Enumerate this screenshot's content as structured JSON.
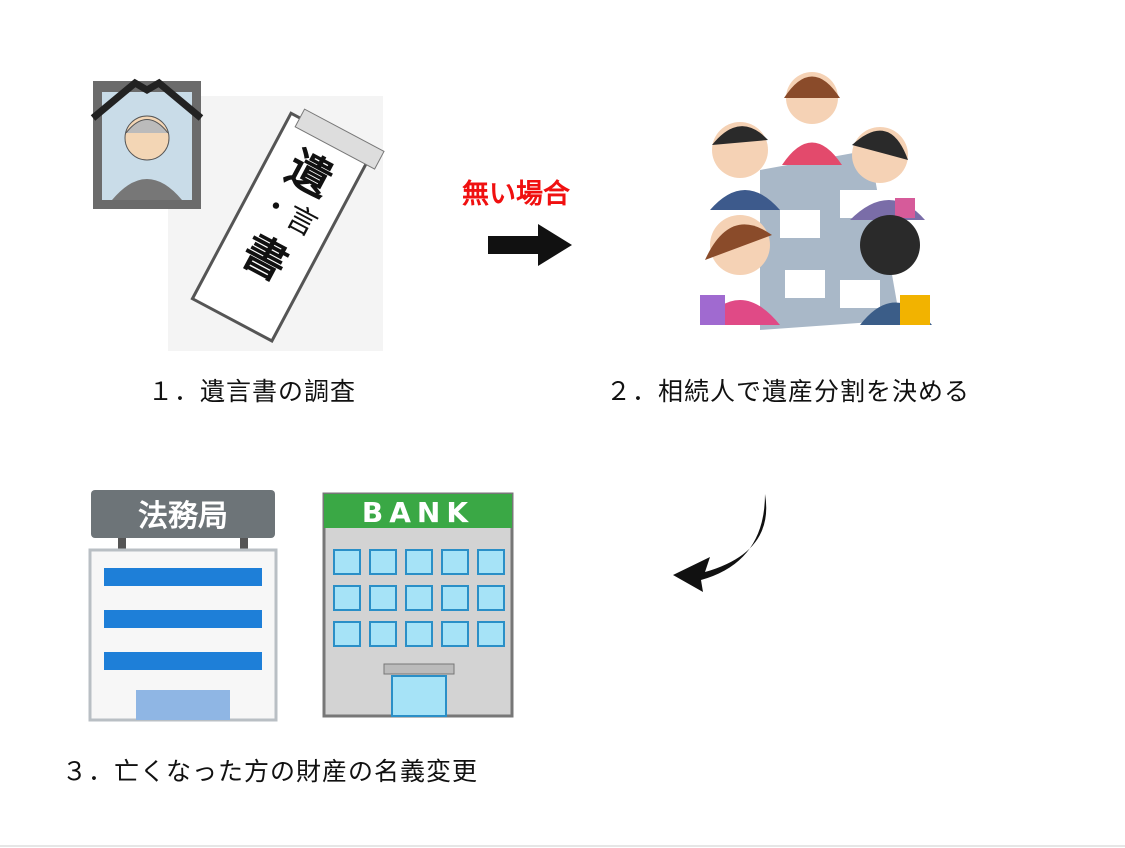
{
  "steps": [
    {
      "label": "１．遺言書の調査",
      "document_text": "遺言書"
    },
    {
      "label": "２．相続人で遺産分割を決める"
    },
    {
      "label": "３．亡くなった方の財産の名義変更",
      "building1_sign": "法務局",
      "building2_sign": "BANK"
    }
  ],
  "condition_label": "無い場合",
  "colors": {
    "condition": "#f01010",
    "bank_green": "#3aa845",
    "office_gray": "#6d7478"
  }
}
